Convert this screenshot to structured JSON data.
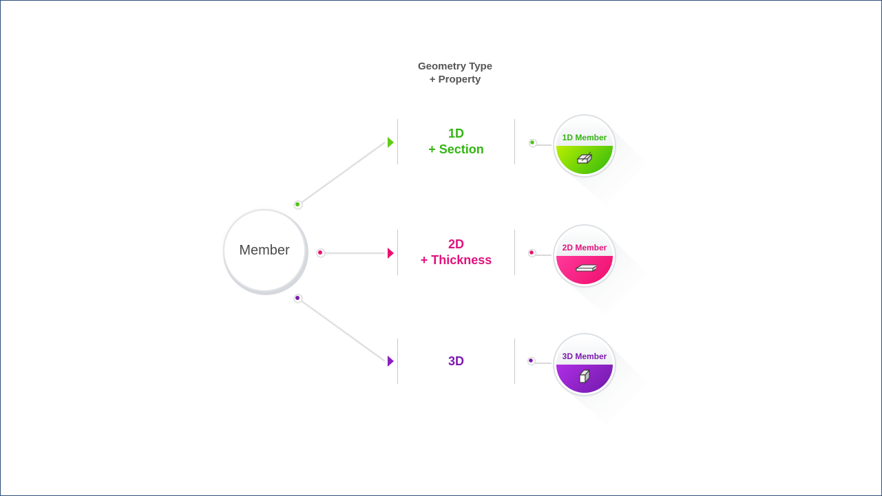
{
  "header": {
    "line1": "Geometry Type",
    "line2": "+ Property"
  },
  "root": {
    "label": "Member"
  },
  "branches": [
    {
      "line1": "1D",
      "line2": "+ Section",
      "badge_label": "1D Member",
      "color": "#33b512",
      "gradient": [
        "#b9ef00",
        "#2db80e"
      ],
      "icon": "beam-section-icon"
    },
    {
      "line1": "2D",
      "line2": "+ Thickness",
      "badge_label": "2D Member",
      "color": "#e0127d",
      "gradient": [
        "#ff3a9b",
        "#ee0c6b"
      ],
      "icon": "plate-icon"
    },
    {
      "line1": "3D",
      "line2": "",
      "badge_label": "3D Member",
      "color": "#7d1ab0",
      "gradient": [
        "#b02ee6",
        "#6e1aa8"
      ],
      "icon": "solid-block-icon"
    }
  ]
}
